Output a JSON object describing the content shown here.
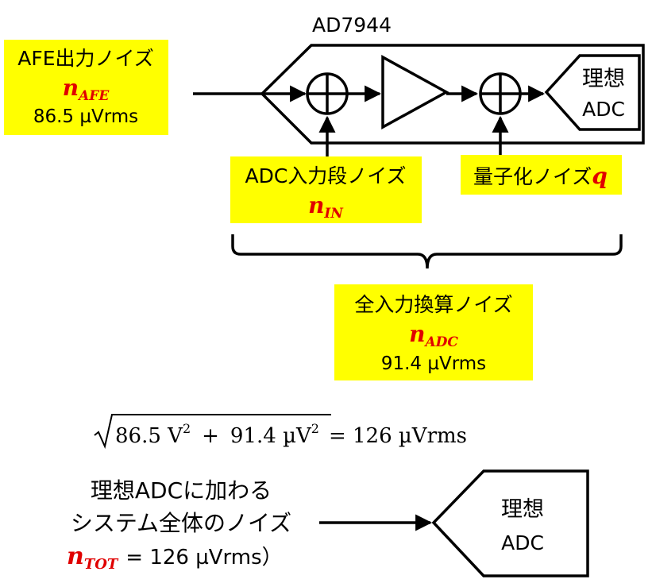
{
  "chip_label": "AD7944",
  "afe": {
    "title": "AFE出力ノイズ",
    "var_base": "n",
    "var_sub": "AFE",
    "value": "86.5 µVrms"
  },
  "ideal_adc": {
    "line1": "理想",
    "line2": "ADC"
  },
  "adc_input": {
    "title": "ADC入力段ノイズ",
    "var_base": "n",
    "var_sub": "IN"
  },
  "quant": {
    "title": "量子化ノイズ",
    "var": "q"
  },
  "total_input": {
    "title": "全入力換算ノイズ",
    "var_base": "n",
    "var_sub": "ADC",
    "value": "91.4 µVrms"
  },
  "formula": {
    "term1": "86.5 V",
    "sup1": "2",
    "plus": "+",
    "term2": "91.4 µV",
    "sup2": "2",
    "result": "= 126 µVrms"
  },
  "system": {
    "line1": "理想ADCに加わる",
    "line2": "システム全体のノイズ",
    "var_base": "n",
    "var_sub": "TOT",
    "value": "= 126 µVrms）"
  },
  "ideal_adc_2": {
    "line1": "理想",
    "line2": "ADC"
  },
  "colors": {
    "highlight": "#ffff00",
    "variable": "#e00000",
    "line": "#000000"
  },
  "icons": [
    "summing-junction-icon",
    "amplifier-triangle-icon",
    "ideal-adc-icon",
    "arrow-icon",
    "brace-icon"
  ]
}
